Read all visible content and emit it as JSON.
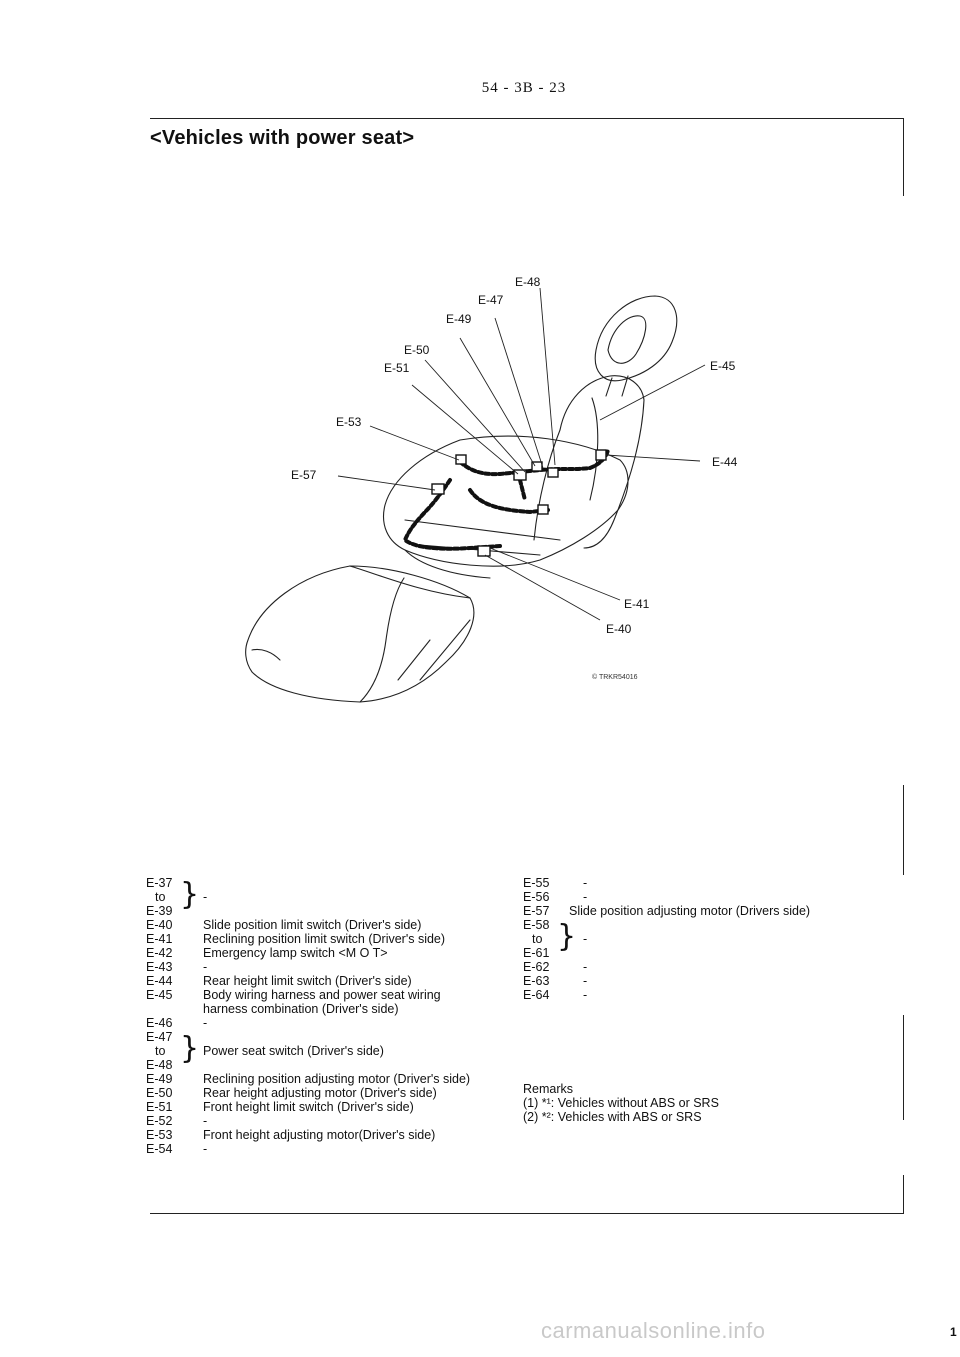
{
  "header": {
    "page_number": "54 - 3B - 23"
  },
  "section_title": "<Vehicles with power seat>",
  "diagram": {
    "figure_code": "© TRKR54016",
    "callouts": {
      "e48": "E-48",
      "e47": "E-47",
      "e49": "E-49",
      "e50": "E-50",
      "e51": "E-51",
      "e53": "E-53",
      "e57": "E-57",
      "e45": "E-45",
      "e44": "E-44",
      "e41": "E-41",
      "e40": "E-40"
    }
  },
  "legend_left": [
    {
      "code": "E-37",
      "desc": ""
    },
    {
      "code": "to",
      "desc": "-"
    },
    {
      "code": "E-39",
      "desc": ""
    },
    {
      "code": "E-40",
      "desc": "Slide position limit switch (Driver's side)"
    },
    {
      "code": "E-41",
      "desc": "Reclining position limit switch (Driver's side)"
    },
    {
      "code": "E-42",
      "desc": "Emergency lamp switch <M O T>"
    },
    {
      "code": "E-43",
      "desc": "-"
    },
    {
      "code": "E-44",
      "desc": "Rear height limit switch (Driver's side)"
    },
    {
      "code": "E-45",
      "desc": "Body wiring harness and power seat wiring harness combination (Driver's side)"
    },
    {
      "code": "E-46",
      "desc": "-"
    },
    {
      "code": "E-47",
      "desc": ""
    },
    {
      "code": "to",
      "desc": "Power seat switch (Driver's side)"
    },
    {
      "code": "E-48",
      "desc": ""
    },
    {
      "code": "E-49",
      "desc": "Reclining position adjusting motor (Driver's side)"
    },
    {
      "code": "E-50",
      "desc": "Rear height adjusting motor (Driver's side)"
    },
    {
      "code": "E-51",
      "desc": "Front height limit switch (Driver's side)"
    },
    {
      "code": "E-52",
      "desc": "-"
    },
    {
      "code": "E-53",
      "desc": "Front height adjusting motor(Driver's side)"
    },
    {
      "code": "E-54",
      "desc": "-"
    }
  ],
  "legend_right": [
    {
      "code": "E-55",
      "desc": "-"
    },
    {
      "code": "E-56",
      "desc": "-"
    },
    {
      "code": "E-57",
      "desc": "Slide position adjusting motor (Drivers side)"
    },
    {
      "code": "E-58",
      "desc": ""
    },
    {
      "code": "to",
      "desc": "-"
    },
    {
      "code": "E-61",
      "desc": ""
    },
    {
      "code": "E-62",
      "desc": "-"
    },
    {
      "code": "E-63",
      "desc": "-"
    },
    {
      "code": "E-64",
      "desc": "-"
    }
  ],
  "remarks": {
    "title": "Remarks",
    "items": [
      "(1) *¹: Vehicles without ABS or SRS",
      "(2) *²: Vehicles with ABS or SRS"
    ]
  },
  "watermark": {
    "text": "carmanualsonline.info",
    "mark": "1"
  }
}
